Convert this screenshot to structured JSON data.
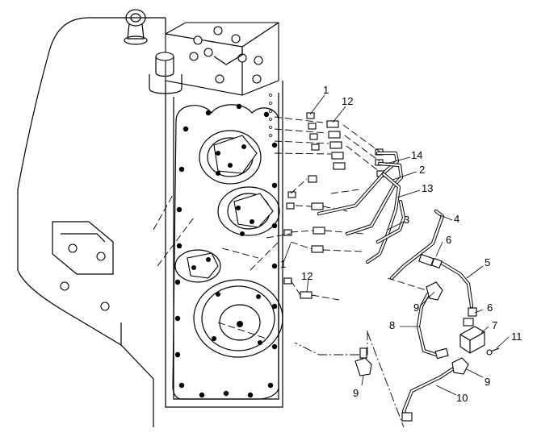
{
  "diagram": {
    "callouts": [
      {
        "id": "c1a",
        "text": "1"
      },
      {
        "id": "c12a",
        "text": "12"
      },
      {
        "id": "c14",
        "text": "14"
      },
      {
        "id": "c2",
        "text": "2"
      },
      {
        "id": "c13",
        "text": "13"
      },
      {
        "id": "c3",
        "text": "3"
      },
      {
        "id": "c4",
        "text": "4"
      },
      {
        "id": "c6a",
        "text": "6"
      },
      {
        "id": "c5",
        "text": "5"
      },
      {
        "id": "c1b",
        "text": "1"
      },
      {
        "id": "c12b",
        "text": "12"
      },
      {
        "id": "c9a",
        "text": "9"
      },
      {
        "id": "c6b",
        "text": "6"
      },
      {
        "id": "c7",
        "text": "7"
      },
      {
        "id": "c8",
        "text": "8"
      },
      {
        "id": "c11",
        "text": "11"
      },
      {
        "id": "c9b",
        "text": "9"
      },
      {
        "id": "c10",
        "text": "10"
      },
      {
        "id": "c9c",
        "text": "9"
      }
    ]
  }
}
